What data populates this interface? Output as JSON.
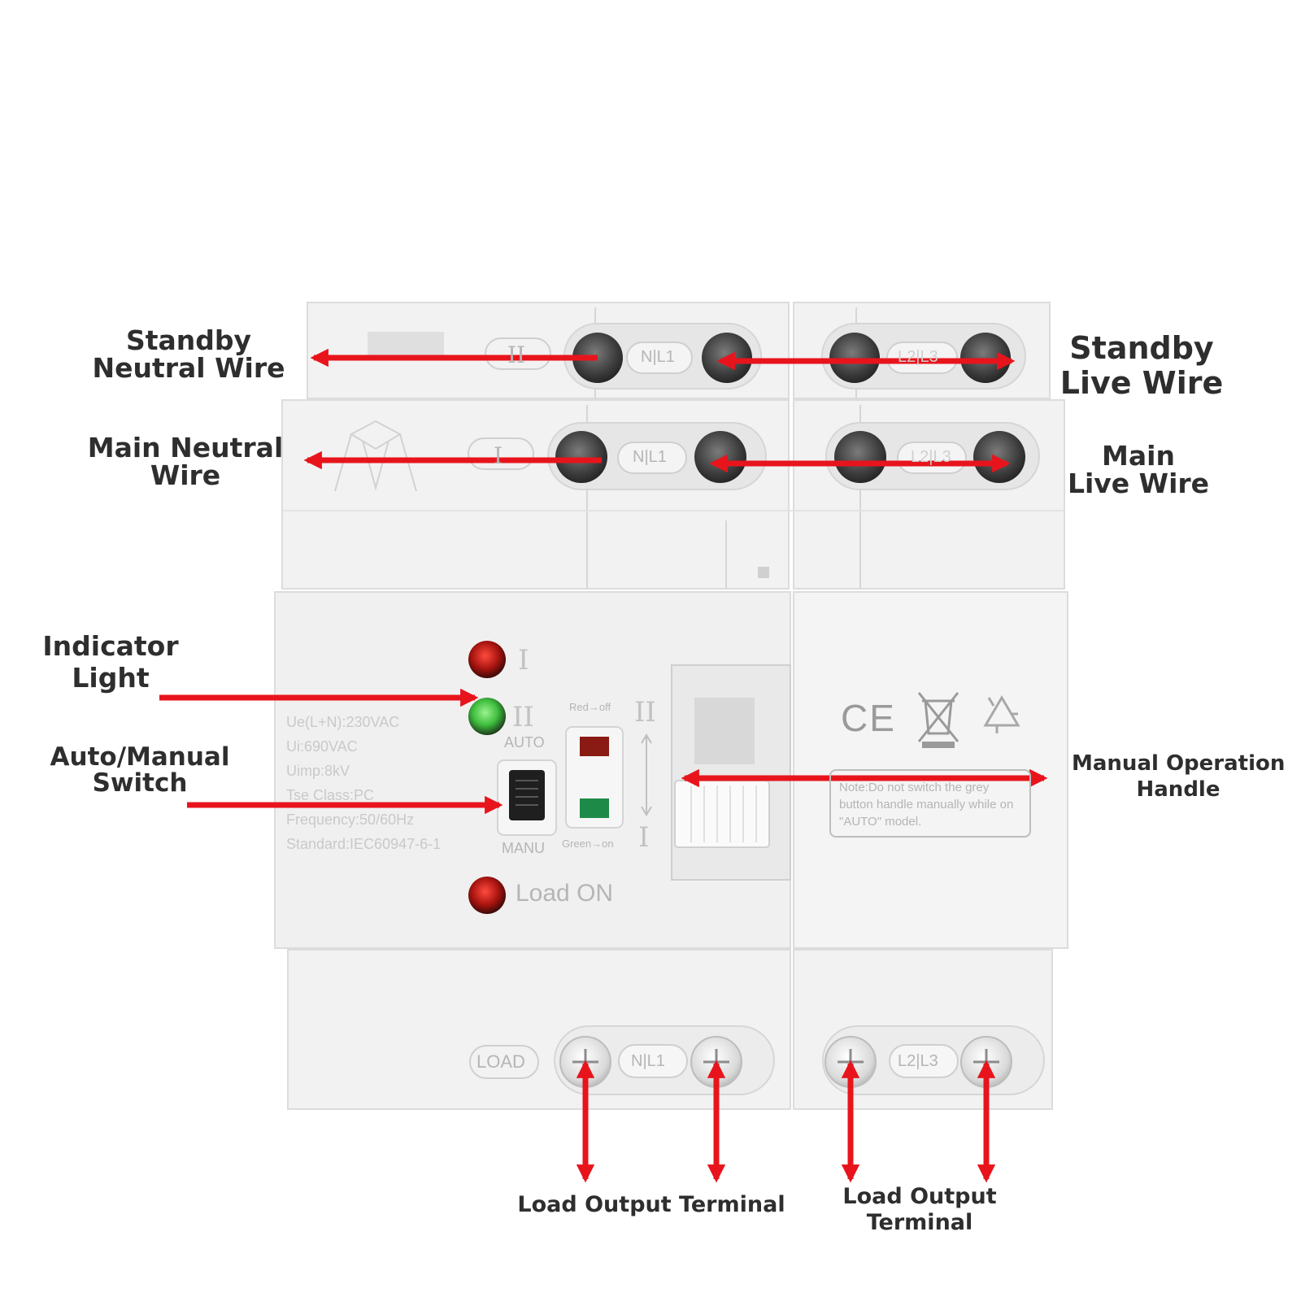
{
  "callouts": {
    "standby_neutral": {
      "line1": "Standby",
      "line2": "Neutral Wire"
    },
    "standby_live": {
      "line1": "Standby",
      "line2": "Live Wire"
    },
    "main_neutral": {
      "line1": "Main Neutral",
      "line2": "Wire"
    },
    "main_live": {
      "line1": "Main",
      "line2": "Live Wire"
    },
    "indicator": {
      "line1": "Indicator",
      "line2": "Light"
    },
    "auto_manual": {
      "line1": "Auto/Manual",
      "line2": "Switch"
    },
    "manual_handle": {
      "line1": "Manual Operation",
      "line2": "Handle"
    },
    "load_output_1": {
      "line1": "Load Output Terminal"
    },
    "load_output_2": {
      "line1": "Load Output",
      "line2": "Terminal"
    }
  },
  "device": {
    "terminal_labels": {
      "standby_left": "N|L1",
      "standby_right": "L2|L3",
      "main_left": "N|L1",
      "main_right": "L2|L3",
      "load": "LOAD",
      "load_left": "N|L1",
      "load_right": "L2|L3"
    },
    "source_marks": {
      "standby": "II",
      "main": "I"
    },
    "lamp_marks": {
      "source_one": "I",
      "source_two": "II"
    },
    "specs": [
      "Ue(L+N):230VAC",
      "Ui:690VAC",
      "Uimp:8kV",
      "Tse Class:PC",
      "Frequency:50/60Hz",
      "Standard:IEC60947-6-1"
    ],
    "mode_labels": {
      "auto": "AUTO",
      "manu": "MANU"
    },
    "status_labels": {
      "red": "Red→off",
      "green": "Green→on"
    },
    "position_marks": {
      "top": "II",
      "bottom": "I"
    },
    "load_on": "Load ON",
    "ce_mark": "CE",
    "note": "Note:Do not switch the grey button handle manually while on \"AUTO\" model."
  },
  "colors": {
    "arrow": "#e8141c",
    "label_text": "#2e2e2e",
    "device_body": "#eeeeee",
    "indicator_red": "#d0261e",
    "indicator_green": "#3fbf3f"
  }
}
